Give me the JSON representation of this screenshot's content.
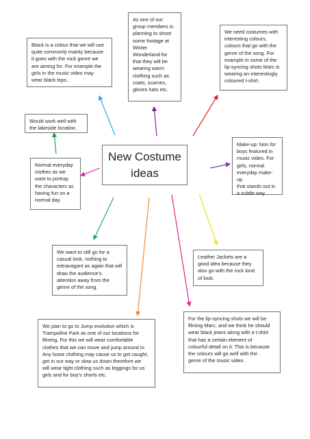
{
  "center": {
    "title": "New Costume\nideas"
  },
  "notes": {
    "black": "Black is a colour that we will use\nquite commonly mainly because\nit goes with the rock genre we\nare aiming for. For example the\ngirls in the music video may\nwear black tops.",
    "winter": "As one of our\ngroup members is\nplanning to shoot\nsome footage at\nWinter\nWonderland for\nthat they will be\nwearing warm\nclothing such as\ncoats, scarves,\ngloves hats etc.",
    "costumes": "We need costumes with\ninteresting colours,\ncolours that go with the\ngenre of the song. For\nexample in some of the\nlip-syncing shots Marc is\nwearing an interestingly\ncoloured t-shirt.",
    "lakeside": "Would work well with\nthe lakeside location.",
    "everyday": "Normal everyday\nclothes as we\nwant to portray\nthe characters as\nhaving fun on a\nnormal day.",
    "makeup": "Make-up: Non for\nboys featured in\nmusic video. For\ngirls, normal\neveryday make-up\nthat stands out in\na subtle way.",
    "casual": "We want to still go for a\ncasual look, nothing to\nextravagant as again that will\ndraw the audience’s\nattention away from the\ngenre of the song.",
    "leather": "Leather Jackets are a\ngood idea because they\nalso go with the rock kind\nof look.",
    "lipsync": "For the lip-syncing shots we will be\nfilming Marc, and we think he should\nwear black jeans along with a t-shirt\nthat has a certain element of\ncolourful detail on it. This is because\nthe colours will go well with the\ngenre of the music video.",
    "jump": "We plan to go to Jump evolution which is\nTrampoline Park as one of our locations for\nfilming. For this we will wear comfortable\nclothes that we can move and jump around in.\nAny loose clothing may cause us to get caught,\nget in our way or slow us down therefore we\nwill wear tight clothing such as leggings for us\ngirls and for boy’s shorts etc."
  },
  "arrows": [
    {
      "name": "arrow-to-black-note",
      "color": "#29a8e0"
    },
    {
      "name": "arrow-to-winter-note",
      "color": "#7a1f8a"
    },
    {
      "name": "arrow-to-costumes-note",
      "color": "#e02020"
    },
    {
      "name": "arrow-to-lakeside-note",
      "color": "#1f9a4a"
    },
    {
      "name": "arrow-to-everyday-note",
      "color": "#e020c0"
    },
    {
      "name": "arrow-to-makeup-note",
      "color": "#7a2fb0"
    },
    {
      "name": "arrow-to-casual-note",
      "color": "#20a860"
    },
    {
      "name": "arrow-to-leather-note",
      "color": "#f0e020"
    },
    {
      "name": "arrow-to-lipsync-note",
      "color": "#e0208a"
    },
    {
      "name": "arrow-to-jump-note",
      "color": "#f08a30"
    }
  ]
}
